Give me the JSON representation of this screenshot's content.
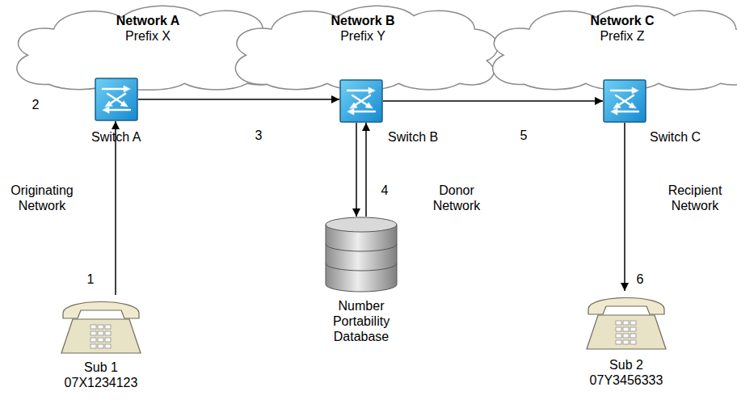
{
  "diagram": {
    "nodes": [
      {
        "text": [
          "Network A",
          "Prefix X"
        ]
      },
      {
        "text": [
          "Network B",
          "Prefix Y"
        ]
      },
      {
        "text": [
          "Network C",
          "Prefix Z"
        ]
      },
      {
        "text": [
          "Switch A"
        ]
      },
      {
        "text": [
          "Switch B"
        ]
      },
      {
        "text": [
          "Switch C"
        ]
      },
      {
        "text": [
          "Number Portability Database"
        ]
      },
      {
        "text": [
          "Sub 1",
          "07X1234123"
        ]
      },
      {
        "text": [
          "Sub 2",
          "07Y3456333"
        ]
      }
    ],
    "edges": [
      {
        "from": 7,
        "to": 3,
        "arrow": "to"
      },
      {
        "from": 3,
        "to": 4,
        "arrow": "to"
      },
      {
        "from": 4,
        "to": 6,
        "arrow": "to"
      },
      {
        "from": 6,
        "to": 4,
        "arrow": "to"
      },
      {
        "from": 4,
        "to": 5,
        "arrow": "to"
      },
      {
        "from": 5,
        "to": 8,
        "arrow": "to"
      }
    ],
    "labels": [
      "1",
      "2",
      "3",
      "4",
      "5",
      "6",
      "Originating Network",
      "Donor Network",
      "Recipient Network"
    ]
  }
}
